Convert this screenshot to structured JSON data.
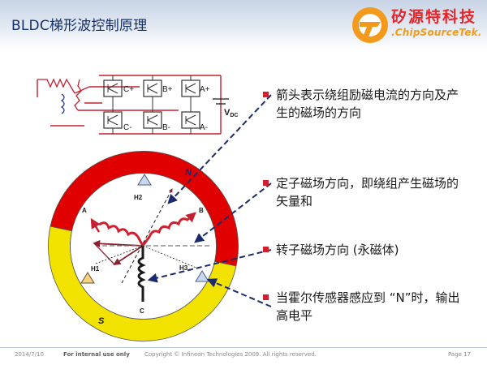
{
  "slide": {
    "title": "BLDC梯形波控制原理",
    "logo": {
      "name_cn": "矽源特科技",
      "name_en": ".ChipSourceTek."
    }
  },
  "circuit": {
    "switches": [
      "C+",
      "B+",
      "A+",
      "C-",
      "B-",
      "A-"
    ],
    "supply_label": "V",
    "supply_sub": "DC"
  },
  "motor": {
    "north_label": "N",
    "south_label": "S",
    "phase_labels": [
      "A",
      "B",
      "C"
    ],
    "hall_labels": [
      "H1",
      "H2",
      "H3"
    ]
  },
  "bullets": [
    "箭头表示绕组励磁电流的方向及产生的磁场的方向",
    "定子磁场方向，即绕组产生磁场的矢量和",
    "转子磁场方向 (永磁体)",
    "当霍尔传感器感应到 “N”时，输出高电平"
  ],
  "footer": {
    "date": "2014/7/10",
    "internal": "For internal use only",
    "copyright": "Copyright © Infineon Technologies 2009. All rights reserved.",
    "page": "Page 17"
  },
  "colors": {
    "title": "#13306a",
    "ring_north": "#e00000",
    "ring_south": "#f2e200",
    "arrow": "#1b2a6b",
    "accent": "#c42030"
  }
}
